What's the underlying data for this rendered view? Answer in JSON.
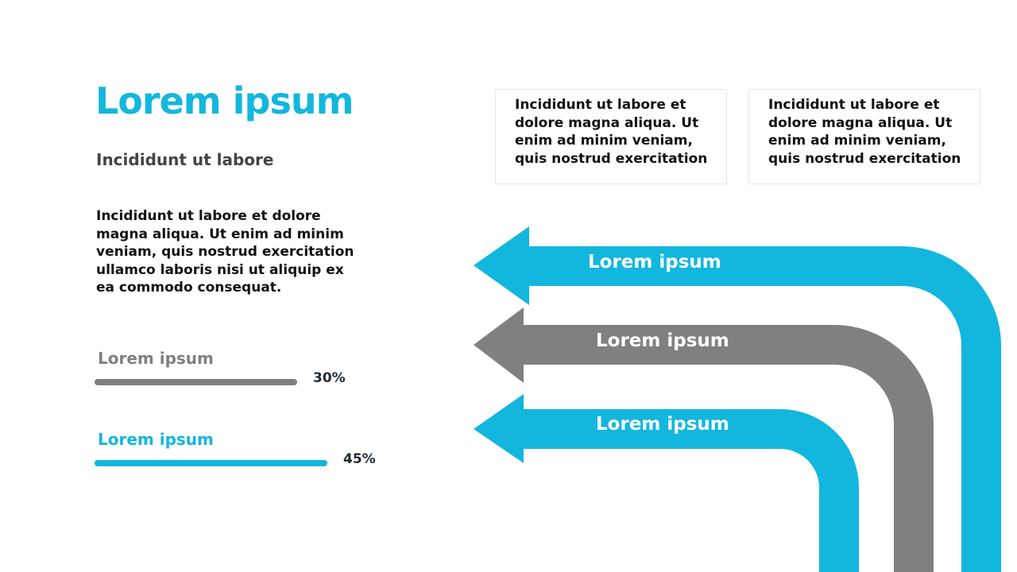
{
  "title": "Lorem ipsum",
  "subtitle": "Incididunt ut labore",
  "body": "Incididunt ut labore et dolore magna aliqua. Ut enim ad minim veniam, quis nostrud exercitation ullamco laboris nisi ut aliquip ex ea commodo consequat.",
  "bars": [
    {
      "label": "Lorem ipsum",
      "value_text": "30%",
      "value": 0.3,
      "color": "#808080"
    },
    {
      "label": "Lorem ipsum",
      "value_text": "45%",
      "value": 0.45,
      "color": "#13b7dd"
    }
  ],
  "boxes": [
    {
      "text": "Incididunt ut labore et dolore magna aliqua. Ut enim ad minim veniam, quis nostrud exercitation"
    },
    {
      "text": "Incididunt ut labore et dolore magna aliqua. Ut enim ad minim veniam, quis nostrud exercitation"
    }
  ],
  "arrows": [
    {
      "label": "Lorem ipsum",
      "color": "#13b7dd"
    },
    {
      "label": "Lorem ipsum",
      "color": "#808080"
    },
    {
      "label": "Lorem ipsum",
      "color": "#13b7dd"
    }
  ],
  "colors": {
    "accent": "#13b7dd",
    "gray": "#808080"
  }
}
